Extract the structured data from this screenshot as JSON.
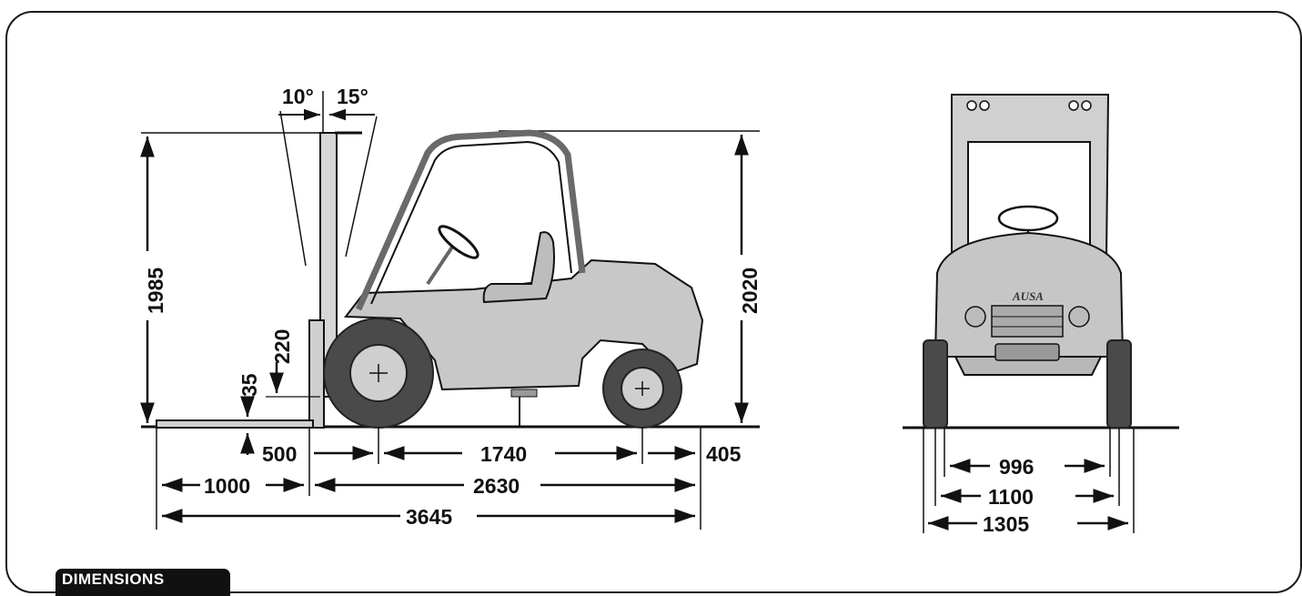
{
  "side_view": {
    "angle_back": "10°",
    "angle_fwd": "15°",
    "height_mast": "1985",
    "height_total": "2020",
    "fork_lift_height": "220",
    "fork_ground_clearance": "35",
    "fork_to_wheel": "500",
    "wheelbase": "1740",
    "rear_overhang": "405",
    "fork_length": "1000",
    "body_length": "2630",
    "total_length": "3645"
  },
  "front_view": {
    "logo": "AUSA",
    "inner_width": "996",
    "track_width": "1100",
    "total_width": "1305"
  },
  "footer": {
    "tab_label": "DIMENSIONS"
  }
}
